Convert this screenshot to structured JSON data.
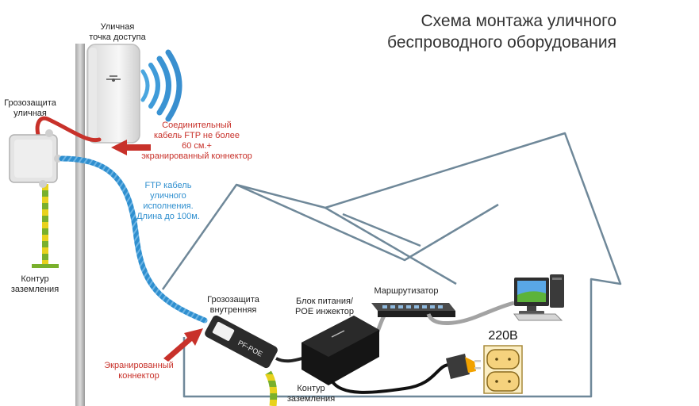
{
  "title": {
    "line1": "Схема монтажа уличного",
    "line2": "беспроводного оборудования"
  },
  "labels": {
    "access_point_1": "Уличная",
    "access_point_2": "точка доступа",
    "lightning_outdoor_1": "Грозозащита",
    "lightning_outdoor_2": "уличная",
    "ground_left_1": "Контур",
    "ground_left_2": "заземления",
    "connection_cable_1": "Соединительный",
    "connection_cable_2": "кабель FTP не более",
    "connection_cable_3": "60 см.+",
    "connection_cable_4": "экранированный коннектор",
    "ftp_cable_1": "FTP кабель",
    "ftp_cable_2": "уличного",
    "ftp_cable_3": "исполнения.",
    "ftp_cable_4": "Длина до 100м.",
    "lightning_indoor_1": "Грозозащита",
    "lightning_indoor_2": "внутренняя",
    "shielded_connector_1": "Экранированный",
    "shielded_connector_2": "коннектор",
    "ground_bottom_1": "Контур",
    "ground_bottom_2": "заземления",
    "poe_1": "Блок питания/",
    "poe_2": "POE инжектор",
    "router": "Маршрутизатор",
    "voltage": "220В",
    "protector_text": "PF-POE"
  },
  "colors": {
    "red_cable": "#c8312a",
    "blue_cable": "#2f8fcf",
    "ground_green": "#79b02c",
    "ground_yellow": "#e8d21d",
    "house_outline": "#6f8899"
  },
  "icons": [
    "access-point-icon",
    "wifi-signal-icon",
    "junction-box-icon",
    "surge-protector-icon",
    "poe-injector-icon",
    "router-icon",
    "computer-icon",
    "power-outlet-icon",
    "power-plug-icon",
    "arrow-icon"
  ]
}
